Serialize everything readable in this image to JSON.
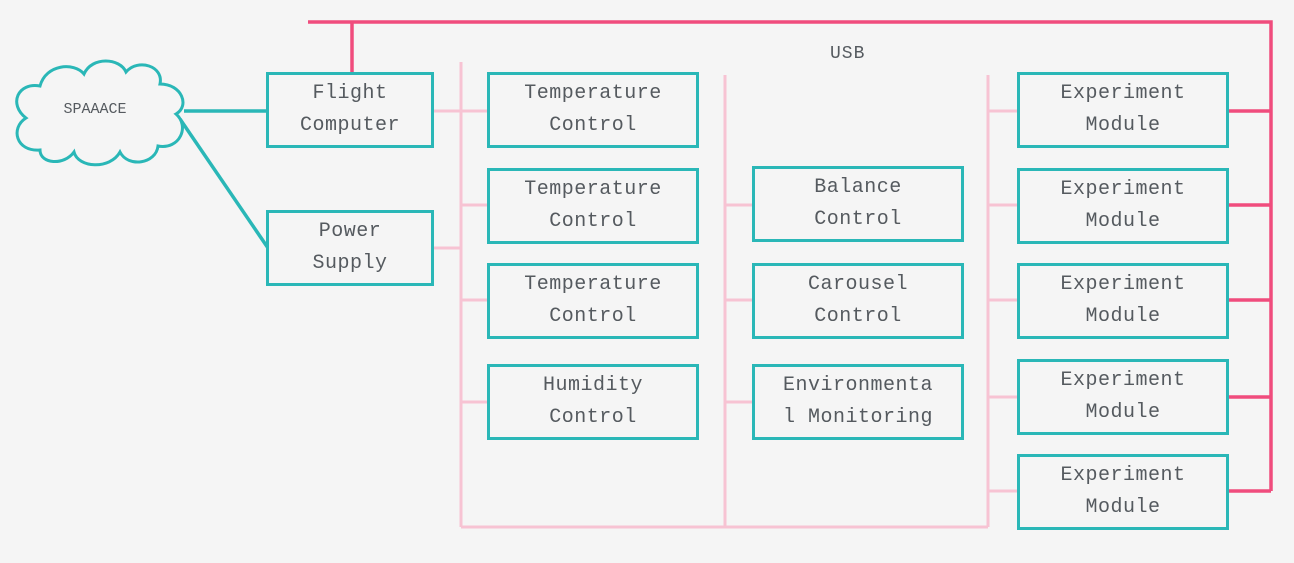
{
  "colors": {
    "background": "#f5f5f5",
    "box_border": "#2ab7b7",
    "text": "#555a5f",
    "usb_bus": "#f04c7d",
    "internal_bus": "#f7c3d3"
  },
  "cloud": {
    "label": "SPAAACE"
  },
  "bus": {
    "label": "USB"
  },
  "nodes": {
    "flight_computer": {
      "line1": "Flight",
      "line2": "Computer"
    },
    "power_supply": {
      "line1": "Power",
      "line2": "Supply"
    },
    "temp_control_1": {
      "line1": "Temperature",
      "line2": "Control"
    },
    "temp_control_2": {
      "line1": "Temperature",
      "line2": "Control"
    },
    "temp_control_3": {
      "line1": "Temperature",
      "line2": "Control"
    },
    "humidity_control": {
      "line1": "Humidity",
      "line2": "Control"
    },
    "balance_control": {
      "line1": "Balance",
      "line2": "Control"
    },
    "carousel_control": {
      "line1": "Carousel",
      "line2": "Control"
    },
    "env_monitoring": {
      "line1": "Environmenta",
      "line2": "l Monitoring"
    },
    "experiment_1": {
      "line1": "Experiment",
      "line2": "Module"
    },
    "experiment_2": {
      "line1": "Experiment",
      "line2": "Module"
    },
    "experiment_3": {
      "line1": "Experiment",
      "line2": "Module"
    },
    "experiment_4": {
      "line1": "Experiment",
      "line2": "Module"
    },
    "experiment_5": {
      "line1": "Experiment",
      "line2": "Module"
    }
  }
}
